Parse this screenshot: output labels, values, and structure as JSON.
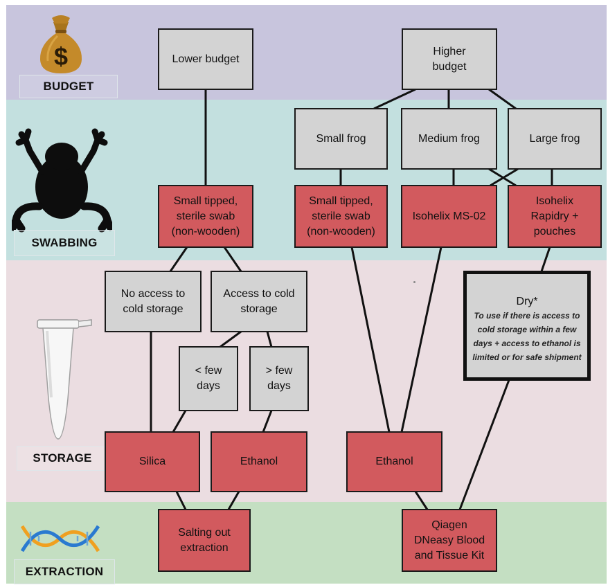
{
  "bands": {
    "budget": {
      "label": "BUDGET",
      "color": "#c8c5dd"
    },
    "swabbing": {
      "label": "SWABBING",
      "color": "#c3e0df"
    },
    "storage": {
      "label": "STORAGE",
      "color": "#ebdde1"
    },
    "extraction": {
      "label": "EXTRACTION",
      "color": "#c4dfc2"
    }
  },
  "icons": {
    "budget": "money-bag-icon",
    "swabbing": "frog-icon",
    "storage": "tube-icon",
    "extraction": "dna-icon",
    "money_symbol": "$"
  },
  "colors": {
    "gray_box": "#d3d3d3",
    "red_box": "#d25a5e",
    "line": "#111111"
  },
  "nodes": {
    "lower_budget": "Lower budget",
    "higher_budget": "Higher\nbudget",
    "small_frog": "Small frog",
    "medium_frog": "Medium frog",
    "large_frog": "Large frog",
    "swab_left": "Small tipped,\nsterile swab\n(non-wooden)",
    "swab_right": "Small tipped,\nsterile swab\n(non-wooden)",
    "isohelix_ms02": "Isohelix MS-02",
    "isohelix_rapidry": "Isohelix\nRapidry +\npouches",
    "no_cold": "No access to\ncold storage",
    "cold": "Access to cold\nstorage",
    "few_days_lt": "< few\ndays",
    "few_days_gt": "> few\ndays",
    "silica": "Silica",
    "ethanol_left": "Ethanol",
    "ethanol_right": "Ethanol",
    "salting": "Salting out\nextraction",
    "qiagen": "Qiagen\nDNeasy Blood\nand Tissue Kit",
    "dry_word": "Dry*",
    "dry_note": "To use if there is access to cold storage within a few days + access to ethanol is limited or for safe shipment"
  }
}
